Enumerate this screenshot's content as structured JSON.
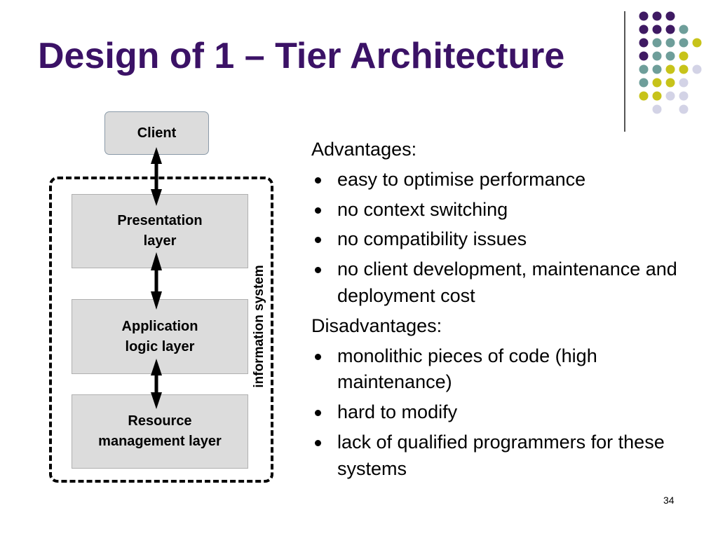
{
  "title": "Design of 1 – Tier Architecture",
  "diagram": {
    "client": "Client",
    "presentation": "Presentation\nlayer",
    "logic": "Application\nlogic layer",
    "resource": "Resource\nmanagement layer",
    "boundary_label": "information system"
  },
  "advantages_heading": "Advantages:",
  "advantages": [
    "easy to optimise performance",
    "no context switching",
    "no compatibility issues",
    "no client development, maintenance and deployment cost"
  ],
  "disadvantages_heading": "Disadvantages:",
  "disadvantages": [
    "monolithic pieces of code (high maintenance)",
    "hard to modify",
    "lack of qualified programmers for these systems"
  ],
  "page_number": "34",
  "colors": {
    "title": "#3b1266",
    "dot_purple": "#3f1a63",
    "dot_teal": "#6e9e9a",
    "dot_yellow": "#c7c31a",
    "dot_lavender": "#d3d3e6"
  }
}
